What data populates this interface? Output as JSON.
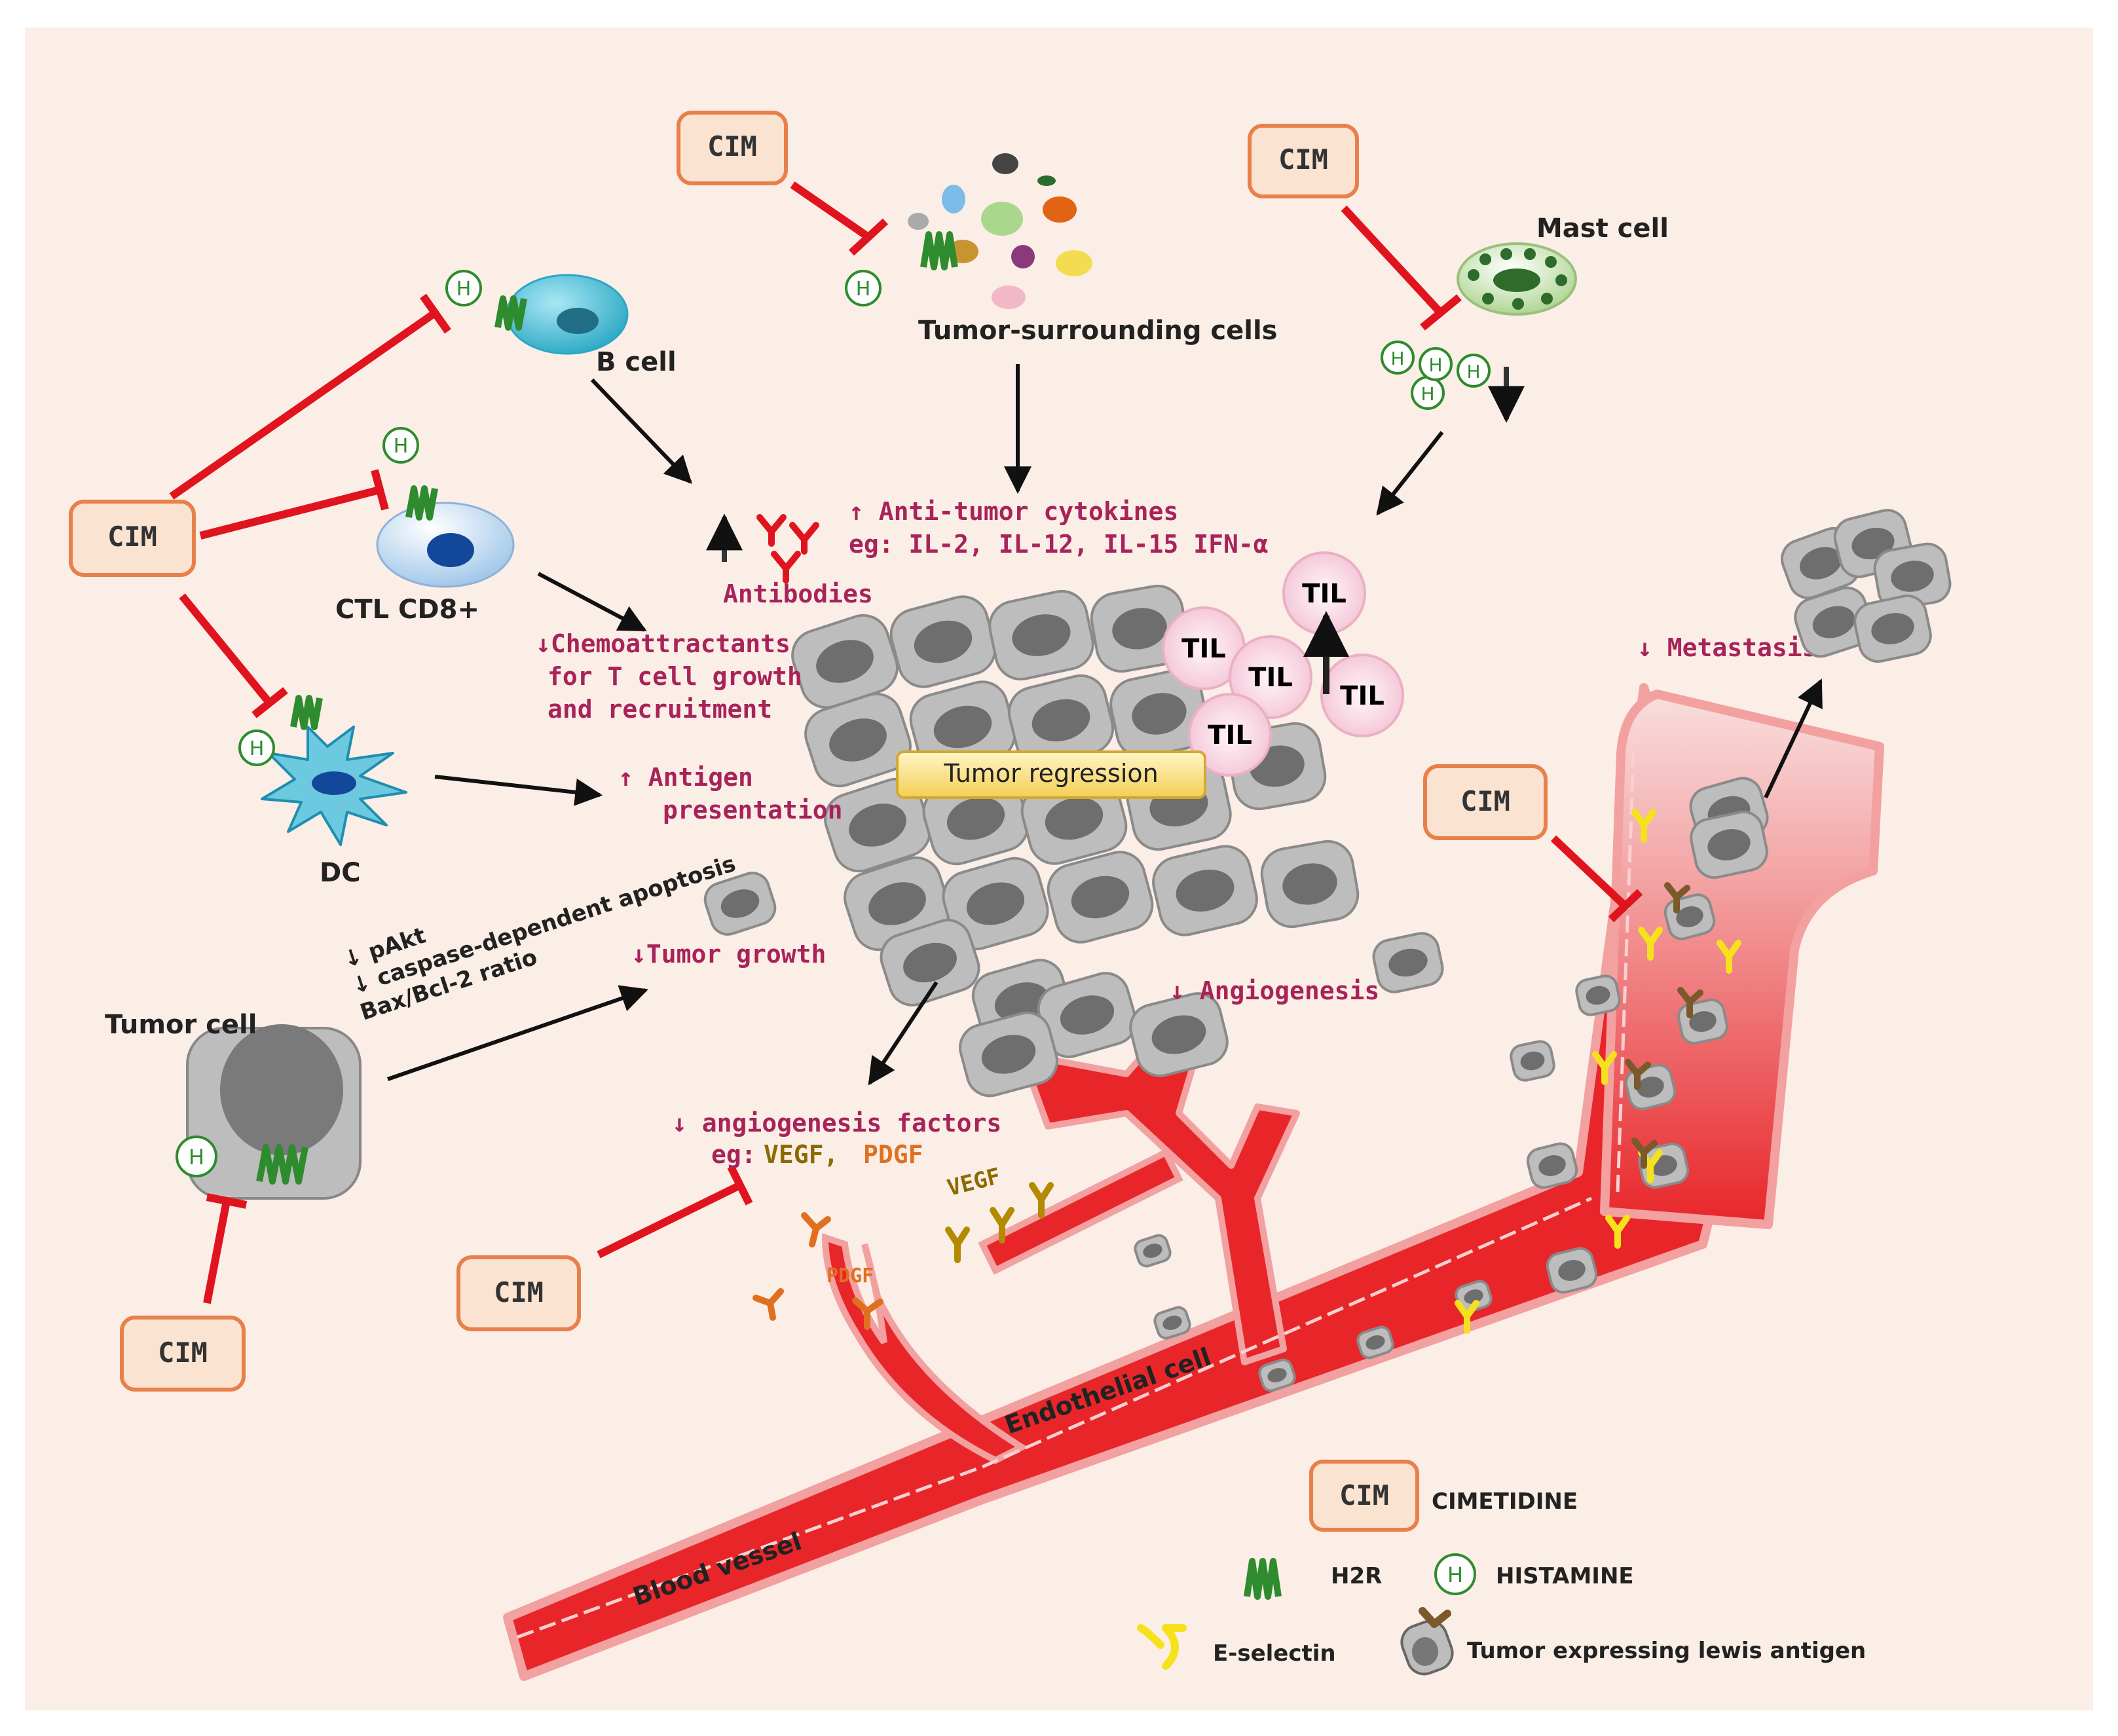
{
  "colors": {
    "background": "#fbeee6",
    "cim_box_fill": "#fbe3d2",
    "cim_box_stroke": "#e8804a",
    "inhibit": "#e0141e",
    "activate": "#111111",
    "effect_text": "#a8235a",
    "vegf_text": "#8b6b00",
    "pdgf_text": "#e07020",
    "h2r": "#2e8b2e",
    "histamine": "#2e8b2e",
    "vessel": "#e8262a",
    "selectin": "#f6e21c",
    "tumor_cell": "#bdbdbd"
  },
  "cim_label": "CIM",
  "cells": {
    "b_cell": "B cell",
    "ctl": "CTL CD8+",
    "dc": "DC",
    "mast_cell": "Mast cell",
    "tumor_cell": "Tumor cell",
    "tumor_surrounding": "Tumor-surrounding cells",
    "til": "TIL"
  },
  "histamine_symbol": "H",
  "effects": {
    "cytokines_line1": "↑ Anti-tumor cytokines",
    "cytokines_line2": "eg: IL-2, IL-12, IL-15 IFN-α",
    "antibodies": "Antibodies",
    "chemo_line1": "↓Chemoattractants",
    "chemo_line2": "for T cell growth",
    "chemo_line3": "and recruitment",
    "antigen_line1": "↑ Antigen",
    "antigen_line2": "presentation",
    "tumor_growth": "↓Tumor growth",
    "angiogenesis": "↓ Angiogenesis",
    "ang_factors_line1": "↓ angiogenesis factors",
    "ang_factors_eg": "eg:",
    "ang_factors_vegf": "VEGF,",
    "ang_factors_pdgf": "PDGF",
    "metastasis": "↓ Metastasis",
    "tumor_regression": "Tumor regression"
  },
  "tumor_cell_mech": {
    "line1": "↓ pAkt",
    "line2": "↓ caspase-dependent apoptosis",
    "line3": "Bax/Bcl-2 ratio"
  },
  "vessel_labels": {
    "vegf": "VEGF",
    "pdgf": "PDGF",
    "endothelial": "Endothelial cell",
    "blood_vessel": "Blood vessel"
  },
  "legend": {
    "cim_desc": "CIMETIDINE",
    "h2r": "H2R",
    "histamine": "HISTAMINE",
    "selectin": "E-selectin",
    "lewis": "Tumor expressing lewis antigen"
  }
}
